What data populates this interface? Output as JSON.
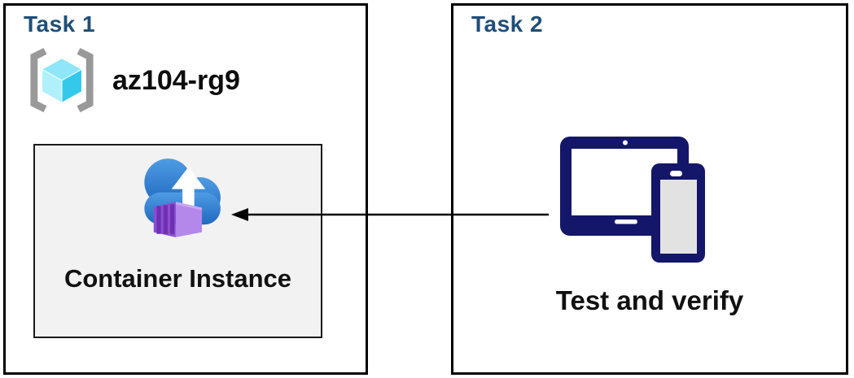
{
  "task1": {
    "title": "Task 1",
    "resource_group_name": "az104-rg9",
    "container_label": "Container Instance",
    "icons": {
      "resource_group": "resource-group-icon",
      "container_instance": "container-instance-cloud-upload-icon"
    }
  },
  "task2": {
    "title": "Task 2",
    "label": "Test and verify",
    "icons": {
      "devices": "tablet-and-phone-icon"
    }
  },
  "connector": {
    "type": "arrow",
    "direction": "right-to-left",
    "from": "task2-devices",
    "to": "task1-container-instance"
  },
  "colors": {
    "task_title": "#1F4E79",
    "box_border": "#000000",
    "inner_box_fill": "#F2F2F2",
    "inner_box_border": "#1A1A1A",
    "arrow": "#000000",
    "device_navy": "#14166A",
    "device_screen_gray": "#E2E2E2",
    "cloud_blue_light": "#4E9CE4",
    "cloud_blue_dark": "#2068BE",
    "container_front": "#8A4FD0",
    "container_rib": "#6F2FB3",
    "container_side": "#B488EA",
    "container_top": "#C9A8F2",
    "rg_bracket_gray": "#999999",
    "rg_cube_top": "#8EE6F8",
    "rg_cube_left": "#AFF0FB",
    "rg_cube_right": "#34C9EB"
  }
}
